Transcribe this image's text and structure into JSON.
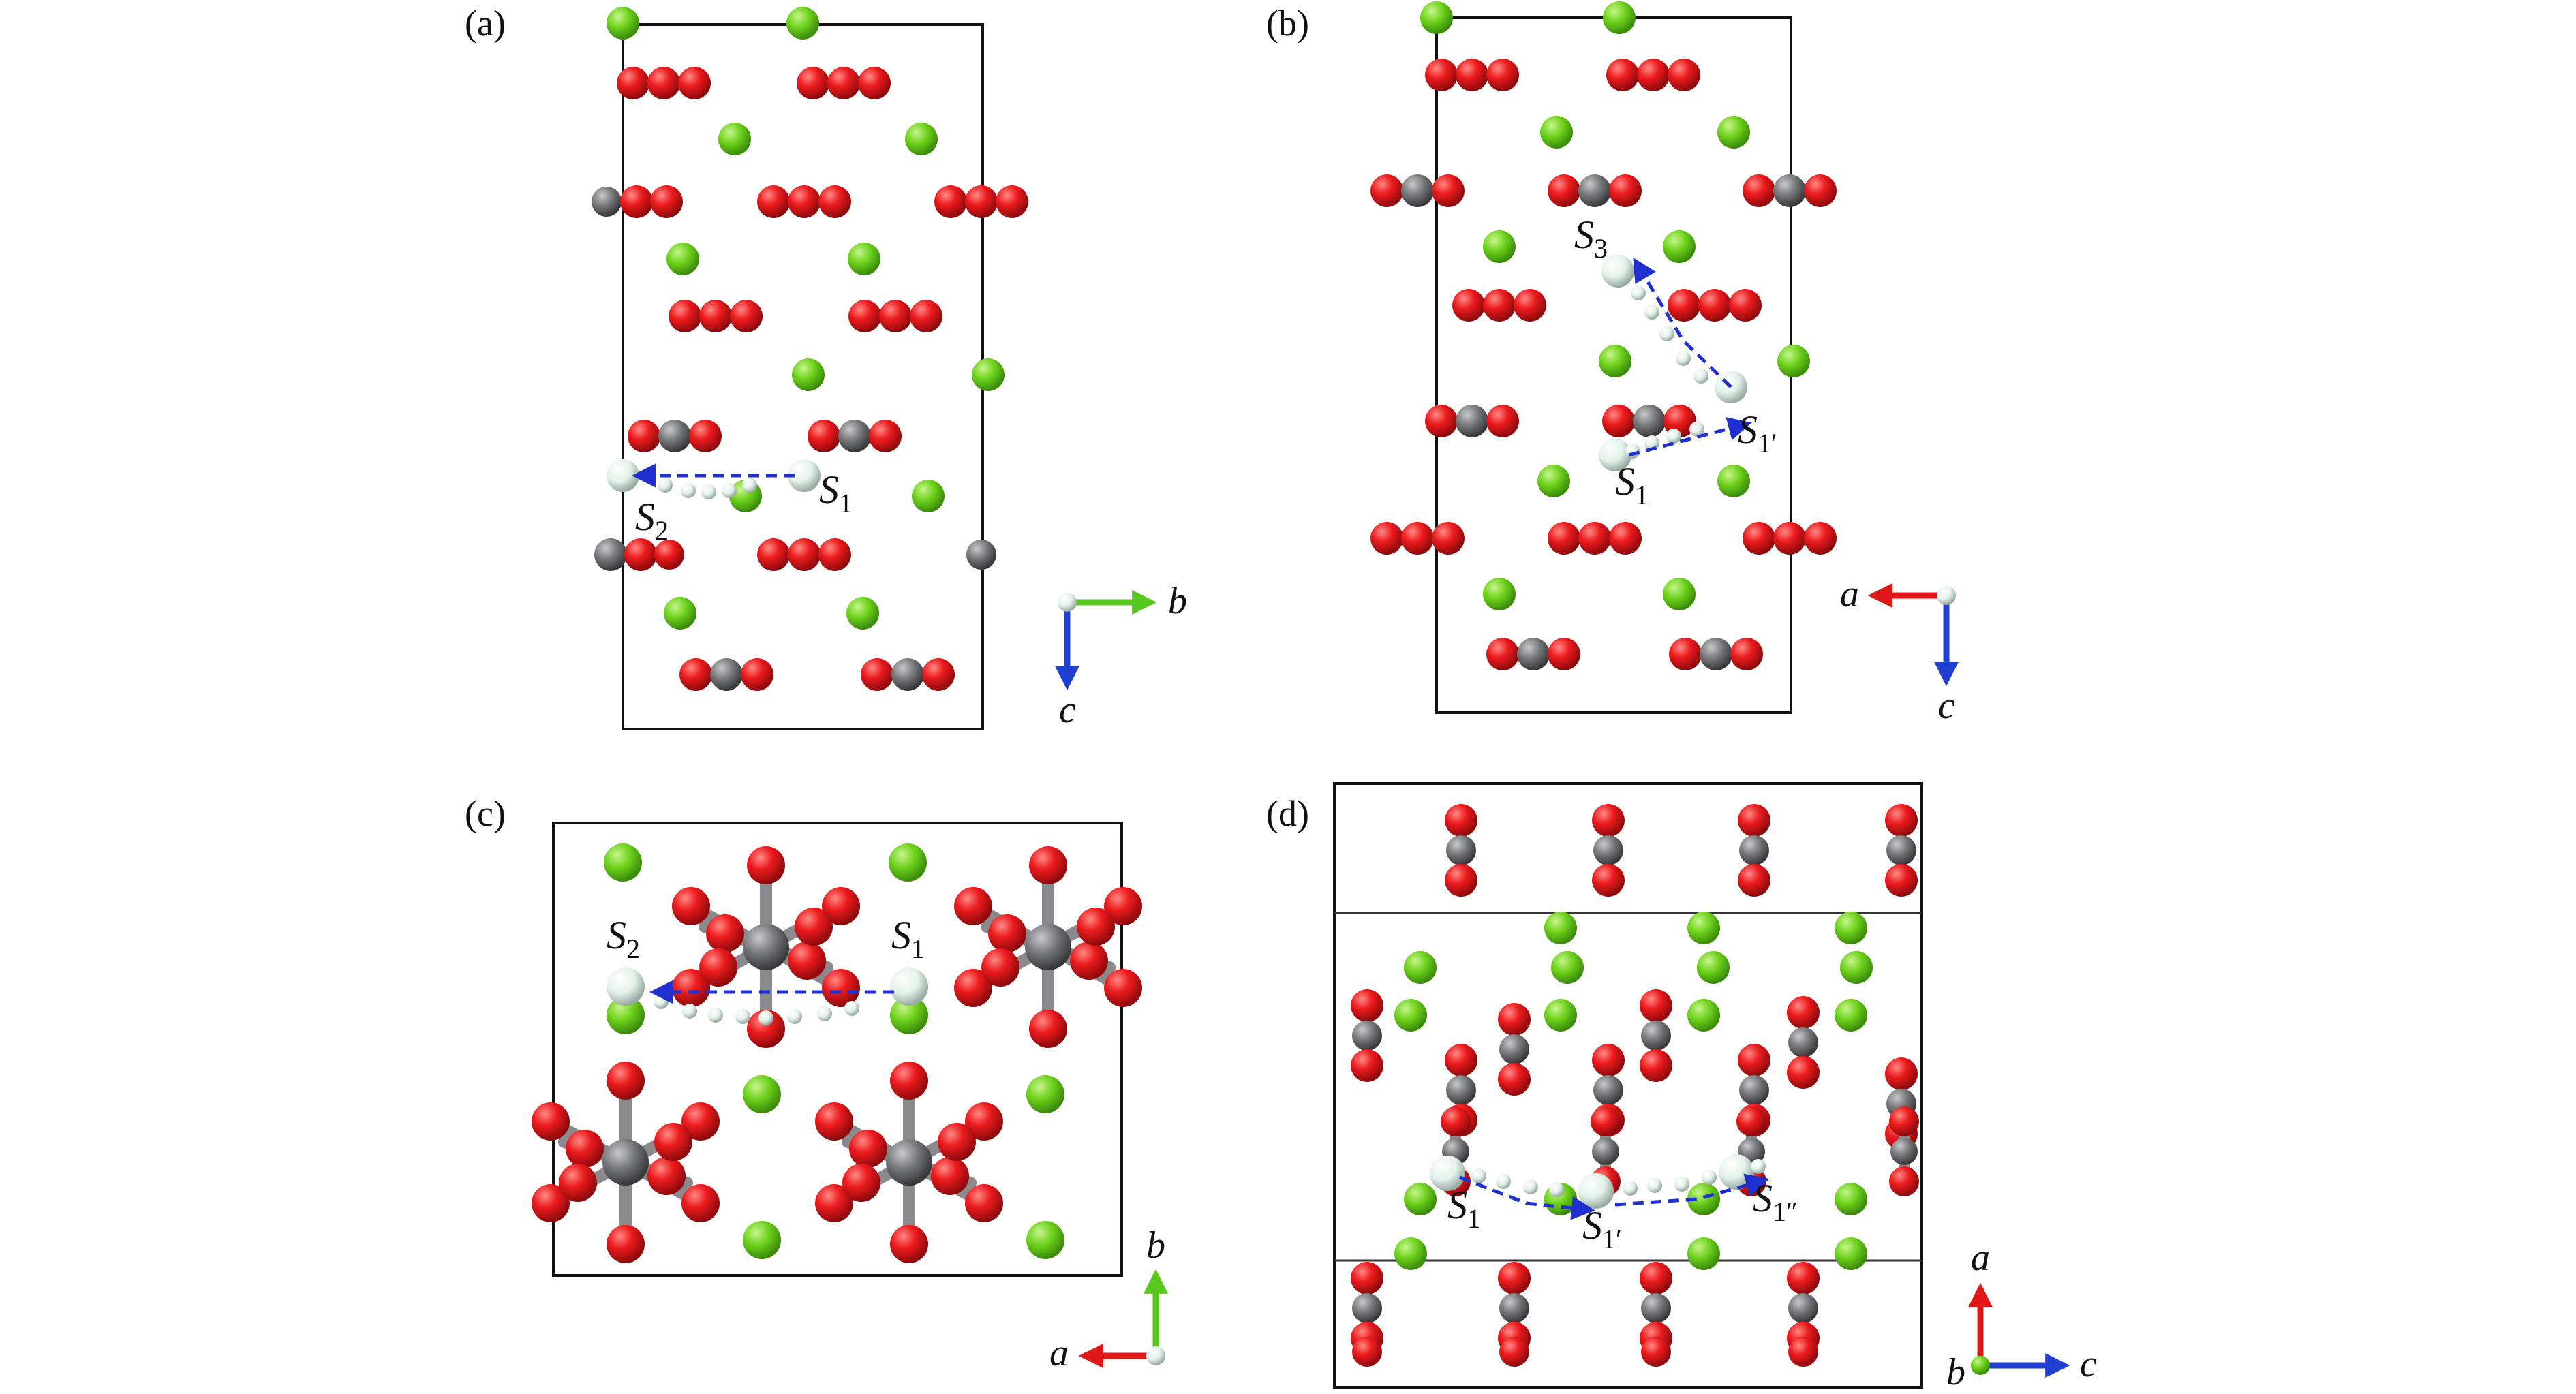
{
  "figure": {
    "panels": [
      {
        "id": "a",
        "label": "(a)",
        "axes": {
          "horizontal": "b",
          "vertical": "c"
        },
        "sites": [
          {
            "base": "S",
            "sub": "1"
          },
          {
            "base": "S",
            "sub": "2"
          }
        ]
      },
      {
        "id": "b",
        "label": "(b)",
        "axes": {
          "horizontal": "a",
          "vertical": "c"
        },
        "sites": [
          {
            "base": "S",
            "sub": "3"
          },
          {
            "base": "S",
            "sub": "1′"
          },
          {
            "base": "S",
            "sub": "1"
          }
        ]
      },
      {
        "id": "c",
        "label": "(c)",
        "axes": {
          "horizontal": "a",
          "vertical": "b"
        },
        "sites": [
          {
            "base": "S",
            "sub": "2"
          },
          {
            "base": "S",
            "sub": "1"
          }
        ]
      },
      {
        "id": "d",
        "label": "(d)",
        "axes": {
          "vertical": "a",
          "horizontal": "c",
          "out_of_plane": "b"
        },
        "sites": [
          {
            "base": "S",
            "sub": "1"
          },
          {
            "base": "S",
            "sub": "1′"
          },
          {
            "base": "S",
            "sub": "1″"
          }
        ]
      }
    ],
    "colors": {
      "oxygen": "#e8141a",
      "carbon": "#737478",
      "lithium_green": "#6fd11e",
      "mobile_ion": "#e4f1ea",
      "path": "#1f2fd0",
      "axis_a": "#e01818",
      "axis_b": "#58c81e",
      "axis_c": "#1f3fd0",
      "cell": "#111111"
    }
  }
}
